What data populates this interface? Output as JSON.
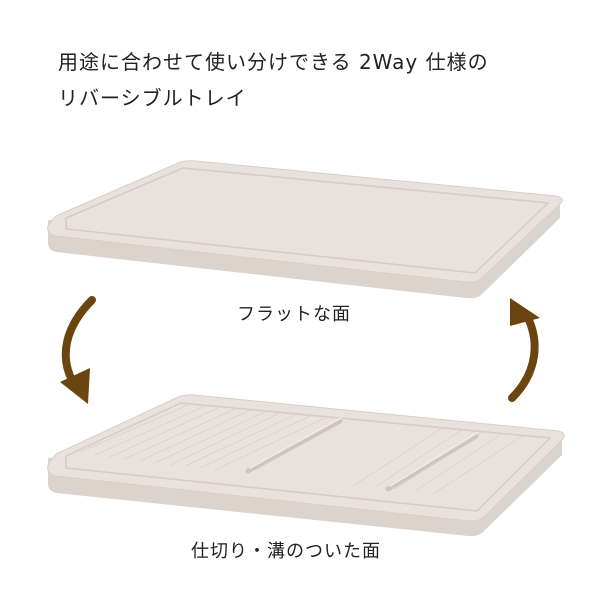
{
  "headline": {
    "line1": "用途に合わせて使い分けできる 2Way 仕様の",
    "line2": "リバーシブルトレイ"
  },
  "captions": {
    "flat_side": "フラットな面",
    "divider_side": "仕切り・溝のついた面"
  },
  "colors": {
    "tray_top": "#e9e1dc",
    "tray_side": "#ddd3cd",
    "tray_edge": "#cfc4be",
    "arrow": "#6b4510"
  }
}
